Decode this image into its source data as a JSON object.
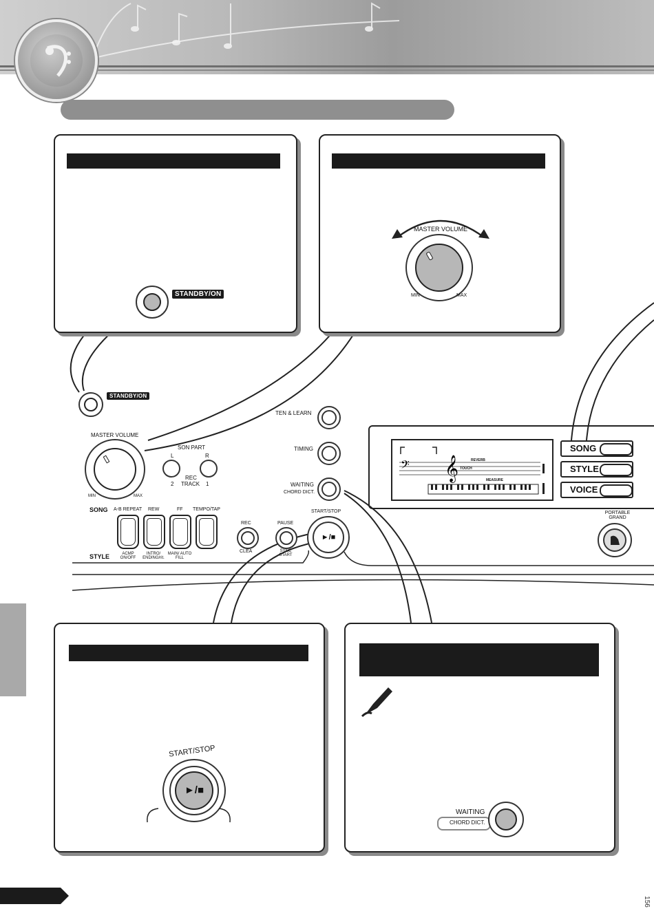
{
  "header": {
    "title": "",
    "section_title": ""
  },
  "panels": {
    "standby": {
      "heading": "",
      "tag_label": "STANDBY/ON"
    },
    "master_volume": {
      "heading": "",
      "knob_label": "MASTER VOLUME",
      "min_label": "MIN",
      "max_label": "MAX"
    },
    "start_stop": {
      "heading": "",
      "button_label": "START/STOP",
      "glyph": "►/■"
    },
    "waiting": {
      "heading": "",
      "button_label": "WAITING",
      "sub_label": "CHORD DICT."
    }
  },
  "panel_front": {
    "standby_label": "STANDBY/ON",
    "master_volume": "MASTER VOLUME",
    "min": "MIN",
    "max": "MAX",
    "lesson_part": "SON PART",
    "l": "L",
    "r": "R",
    "rec_track": "REC",
    "track": "TRACK",
    "track_2": "2",
    "track_1": "1",
    "listen_learn": "TEN & LEARN",
    "timing": "TIMING",
    "waiting": "WAITING",
    "chord_dict": "CHORD DICT.",
    "song": "SONG",
    "style": "STYLE",
    "ab_repeat": "A-B REPEAT",
    "rew": "REW",
    "ff": "FF",
    "tempo_tap": "TEMPO/TAP",
    "acmp": "ACMP ON/OFF",
    "intro": "INTRO/ ENDING/rit.",
    "main": "MAIN/ AUTO FILL",
    "rec": "REC",
    "clear": "CLEA",
    "pause": "PAUSE",
    "sync": "SYNC START",
    "start_stop": "START/STOP",
    "glyph": "►/■",
    "mode_song": "SONG",
    "mode_style": "STYLE",
    "mode_voice": "VOICE",
    "portable_grand": "PORTABLE GRAND",
    "lcd_reverb": "REVERB",
    "lcd_touch": "TOUCH",
    "lcd_measure": "MEASURE"
  },
  "footer": {
    "page_number": "156"
  }
}
